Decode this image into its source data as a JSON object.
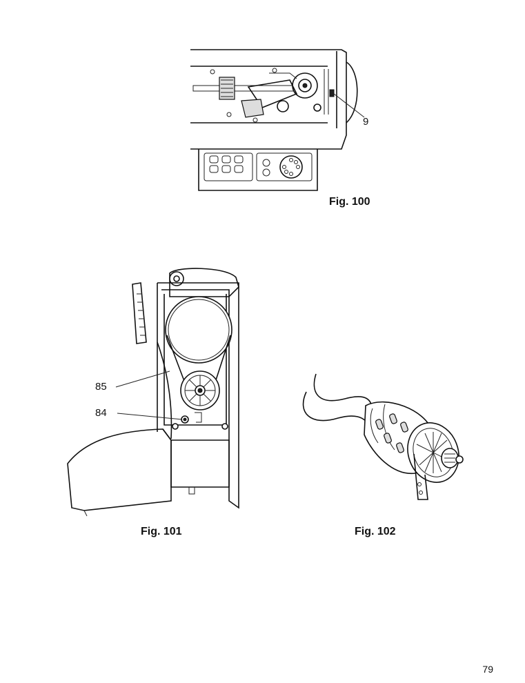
{
  "figures": [
    {
      "caption": "Fig. 100",
      "callouts": [
        "9"
      ]
    },
    {
      "caption": "Fig. 101",
      "callouts": [
        "85",
        "84"
      ]
    },
    {
      "caption": "Fig. 102",
      "callouts": []
    }
  ],
  "page_number": "79"
}
